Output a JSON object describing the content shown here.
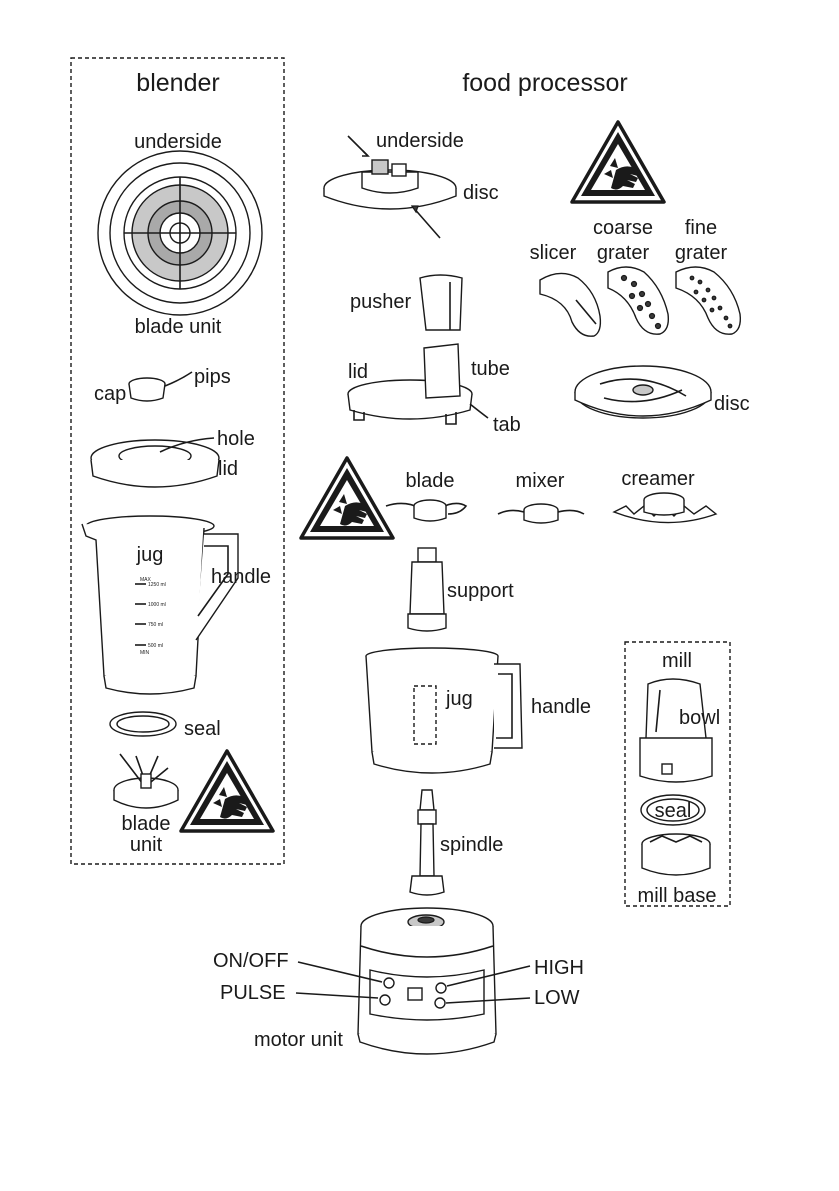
{
  "sections": {
    "blender": "blender",
    "food_processor": "food processor",
    "mill": "mill"
  },
  "blender": {
    "underside": "underside",
    "blade_unit_top": "blade unit",
    "cap": "cap",
    "pips": "pips",
    "hole": "hole",
    "lid": "lid",
    "jug": "jug",
    "handle": "handle",
    "seal": "seal",
    "blade": "blade",
    "unit": "unit",
    "jug_marks": {
      "max": "MAX",
      "m1250": "1250 ml",
      "m1000": "1000 ml",
      "m750": "750 ml",
      "m500": "500 ml",
      "min": "MIN"
    }
  },
  "food_processor": {
    "underside": "underside",
    "disc_top": "disc",
    "slicer": "slicer",
    "coarse": "coarse",
    "grater_coarse": "grater",
    "fine": "fine",
    "grater_fine": "grater",
    "pusher": "pusher",
    "lid": "lid",
    "tube": "tube",
    "tab": "tab",
    "disc_right": "disc",
    "blade": "blade",
    "mixer": "mixer",
    "creamer": "creamer",
    "support": "support",
    "jug": "jug",
    "handle": "handle",
    "spindle": "spindle"
  },
  "mill": {
    "bowl": "bowl",
    "seal": "seal",
    "mill_base": "mill base"
  },
  "motor": {
    "on_off": "ON/OFF",
    "pulse": "PULSE",
    "high": "HIGH",
    "low": "LOW",
    "motor_unit": "motor unit"
  },
  "icons": [
    "hand-blade-warning-icon"
  ]
}
